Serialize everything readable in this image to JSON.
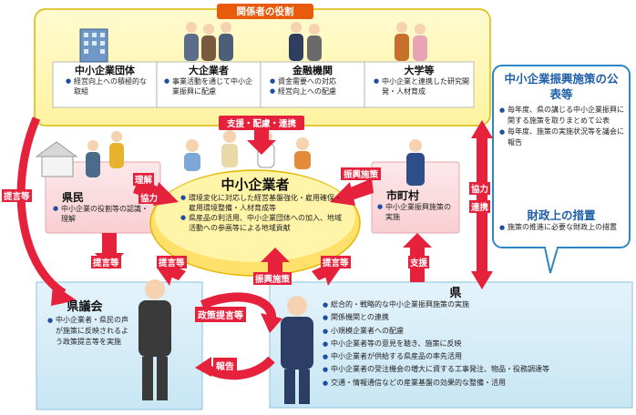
{
  "stakeholders": {
    "header": "関係者の役割",
    "items": [
      {
        "name": "中小企業団体",
        "bullets": [
          "経営向上への積極的な取組"
        ]
      },
      {
        "name": "大企業者",
        "bullets": [
          "事業活動を通じて中小企業振興に配慮"
        ]
      },
      {
        "name": "金融機関",
        "bullets": [
          "資金需要への対応",
          "経営向上への配慮"
        ]
      },
      {
        "name": "大学等",
        "bullets": [
          "中小企業と連携した研究開発・人材育成"
        ]
      }
    ]
  },
  "sme": {
    "title": "中小企業者",
    "bullets": [
      "環境変化に対応した経営基盤強化・雇用確保・雇用環境整備・人材育成等",
      "県産品の利活用、中小企業団体への加入、地域活動への参画等による地域貢献"
    ]
  },
  "citizens": {
    "title": "県民",
    "bullets": [
      "中小企業の役割等の認識・理解"
    ]
  },
  "municipalities": {
    "title": "市町村",
    "bullets": [
      "中小企業振興施策の実施"
    ]
  },
  "assembly": {
    "title": "県議会",
    "bullets": [
      "中小企業者・県民の声が施策に反映されるよう政策提言等を実施"
    ]
  },
  "prefecture": {
    "title": "県",
    "bullets": [
      "総合的・戦略的な中小企業振興施策の実施",
      "関係機関との連携",
      "小規模企業者への配慮",
      "中小企業者等の意見を聴き、施策に反映",
      "中小企業者が供給する県産品の率先活用",
      "中小企業者の受注機会の増大に資する工事発注、物品・役務調達等",
      "交通・情報通信などの産業基盤の効果的な整備・活用"
    ]
  },
  "publication": {
    "title1": "中小企業振興施策の公表等",
    "bullets1": [
      "毎年度、県の講じる中小企業振興に関する施策を取りまとめて公表",
      "毎年度、施策の実施状況等を議会に報告"
    ],
    "title2": "財政上の措置",
    "bullets2": [
      "施策の推進に必要な財政上の措置"
    ]
  },
  "arrows": {
    "support_cooperation": "支援・配慮・連携",
    "understanding_cooperation_1": "理解",
    "understanding_cooperation_2": "協力",
    "promotion_measures_left": "振興施策",
    "promotion_measures_bottom": "振興施策",
    "proposal_left": "提言等",
    "proposal_mid": "提言等",
    "proposal_assembly": "提言等",
    "proposal_right": "提言等",
    "cooperation_1": "協力",
    "cooperation_2": "連携",
    "support": "支援",
    "policy_proposal": "政策提言等",
    "report": "報告"
  }
}
